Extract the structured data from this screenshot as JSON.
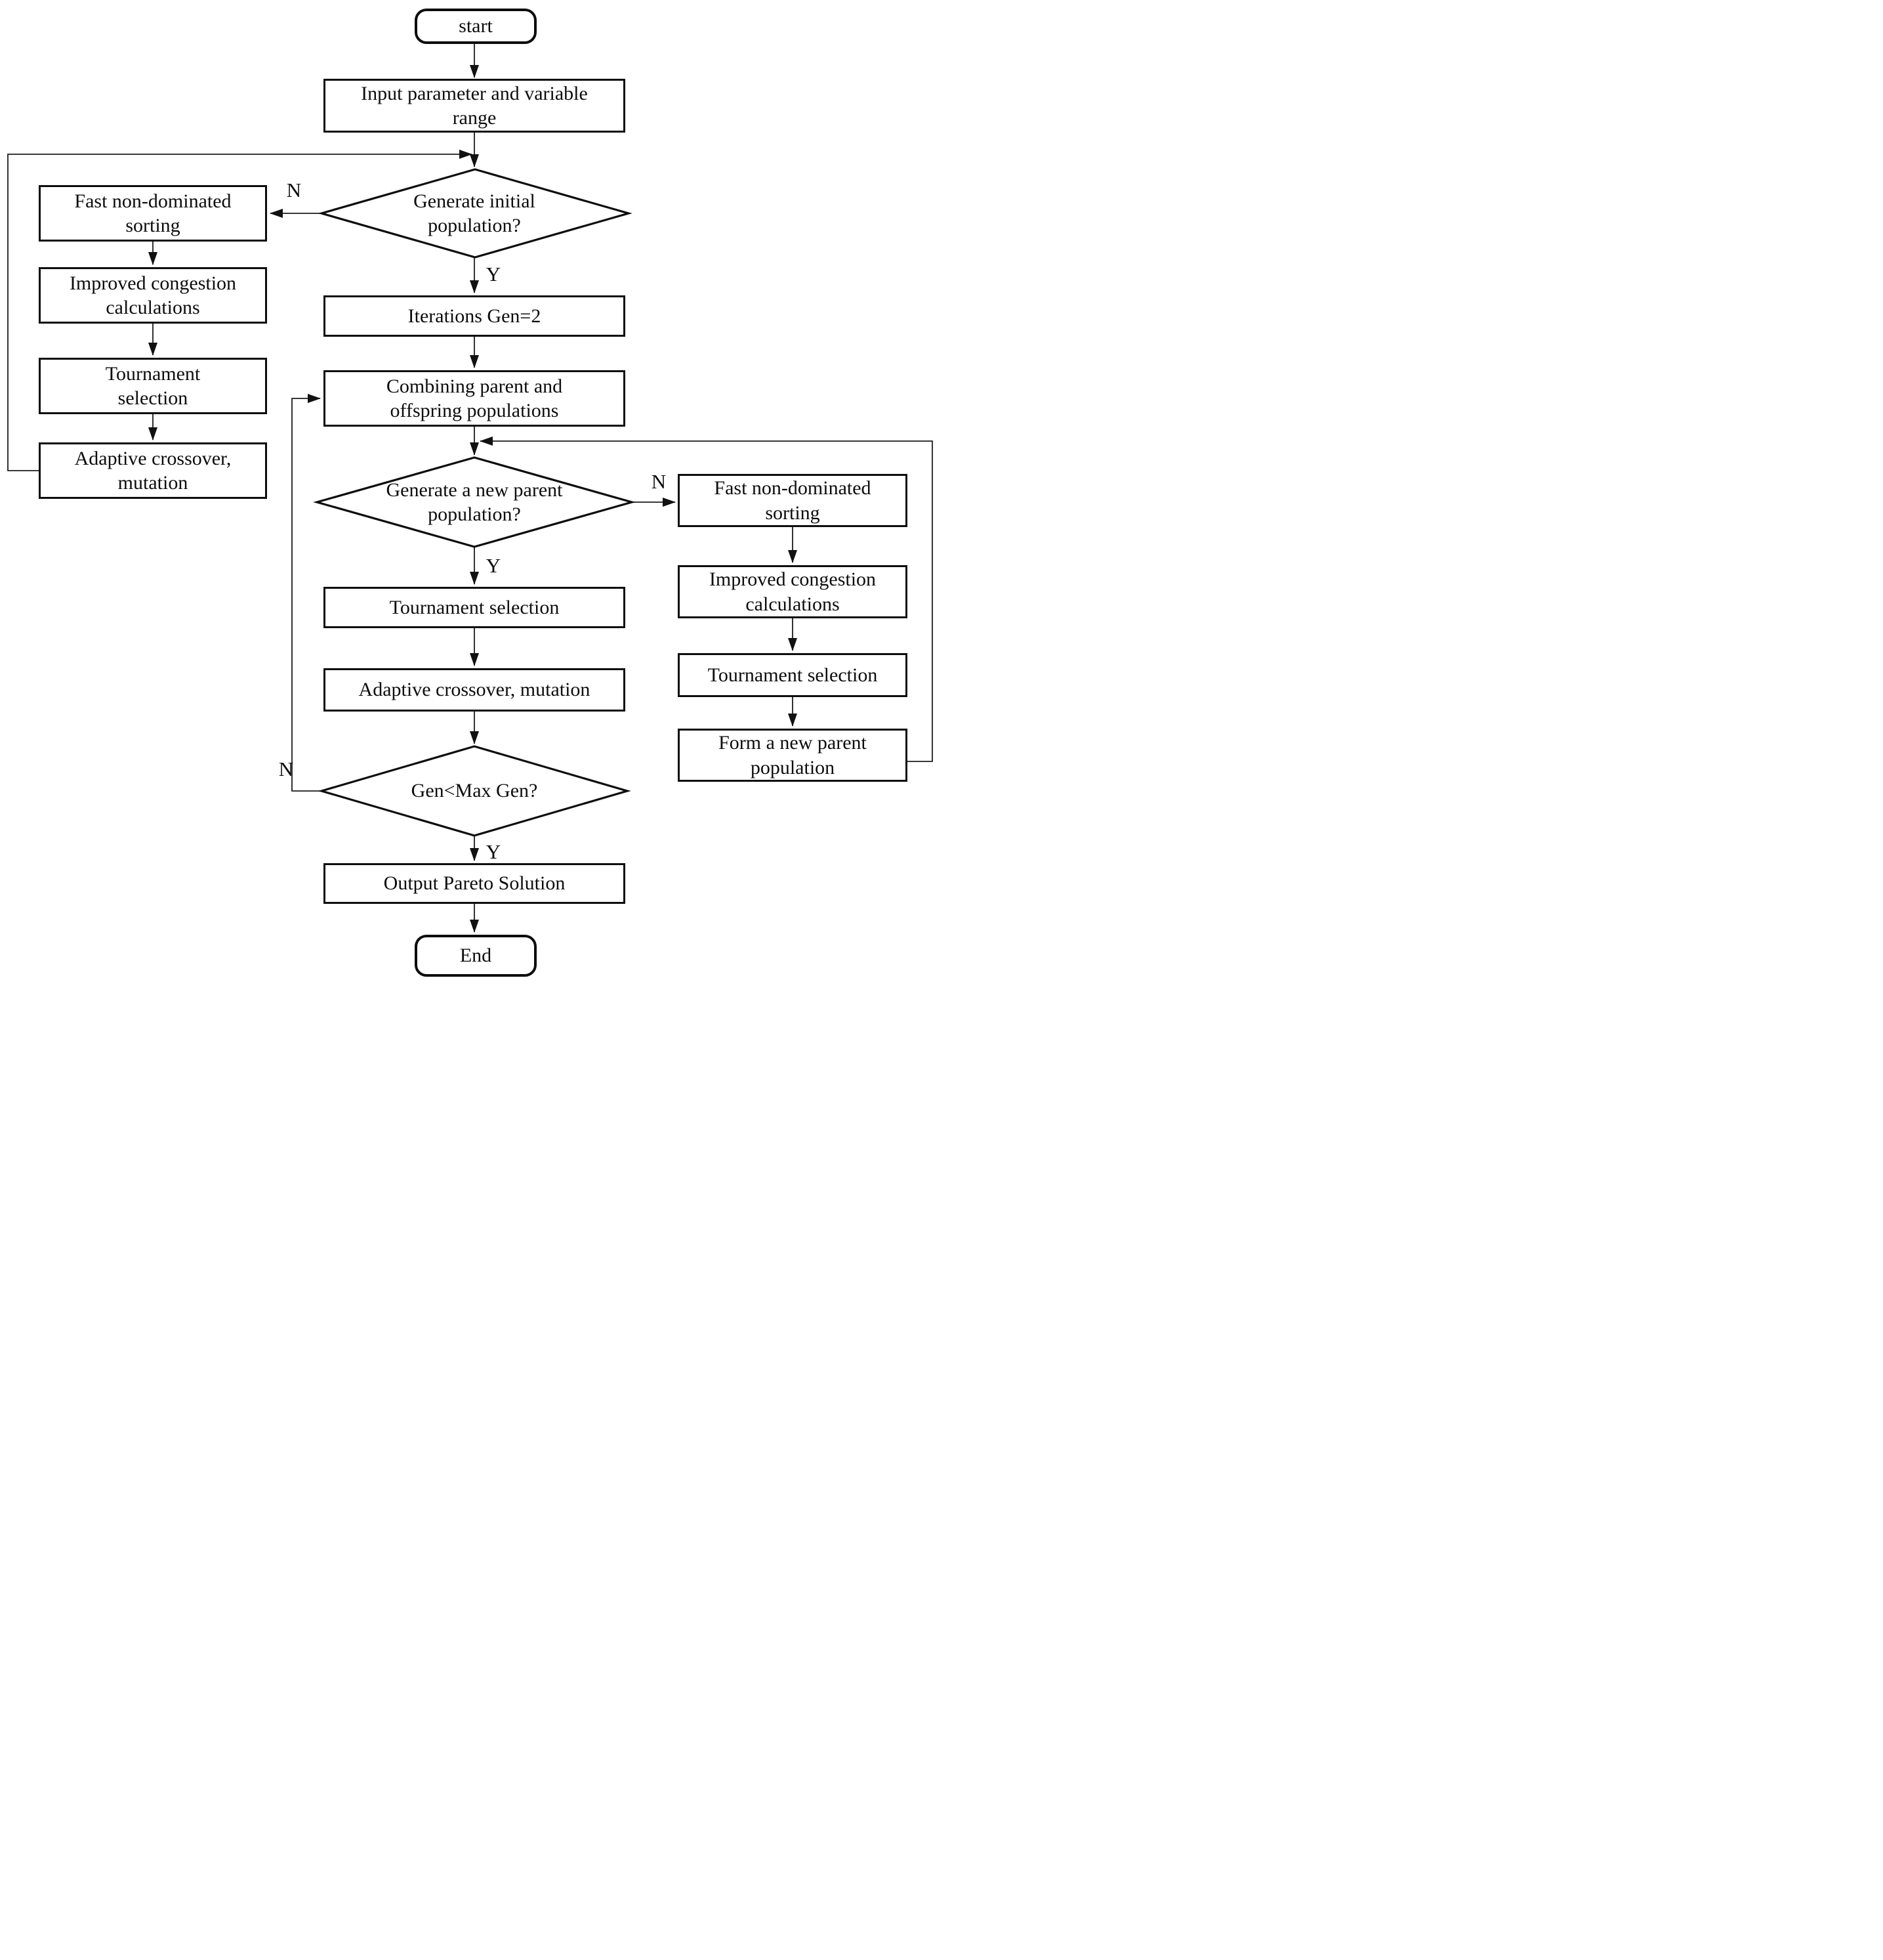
{
  "diagram": {
    "title": "NSGA-II style optimization flowchart",
    "colors": {
      "ink": "#0d0d0d",
      "background": "#ffffff"
    },
    "nodes": {
      "start": {
        "lines": [
          "start"
        ]
      },
      "input": {
        "lines": [
          "Input parameter and variable",
          "range"
        ]
      },
      "decision1": {
        "lines": [
          "Generate initial",
          "population?"
        ]
      },
      "left_sorting": {
        "lines": [
          "Fast non-dominated",
          "sorting"
        ]
      },
      "left_congestion": {
        "lines": [
          "Improved congestion",
          "calculations"
        ]
      },
      "left_tournament": {
        "lines": [
          "Tournament",
          "selection"
        ]
      },
      "left_adaptive": {
        "lines": [
          "Adaptive crossover,",
          "mutation"
        ]
      },
      "iterations": {
        "lines": [
          "Iterations Gen=2"
        ]
      },
      "combining": {
        "lines": [
          "Combining parent and",
          "offspring populations"
        ]
      },
      "decision2": {
        "lines": [
          "Generate a new parent",
          "population?"
        ]
      },
      "right_sorting": {
        "lines": [
          "Fast non-dominated",
          "sorting"
        ]
      },
      "right_congestion": {
        "lines": [
          "Improved congestion",
          "calculations"
        ]
      },
      "right_tournament": {
        "lines": [
          "Tournament selection"
        ]
      },
      "right_form_parent": {
        "lines": [
          "Form a new parent",
          "population"
        ]
      },
      "center_tournament": {
        "lines": [
          "Tournament selection"
        ]
      },
      "center_adaptive": {
        "lines": [
          "Adaptive crossover, mutation"
        ]
      },
      "decision3": {
        "lines": [
          "Gen<Max Gen?"
        ]
      },
      "output": {
        "lines": [
          "Output Pareto Solution"
        ]
      },
      "end": {
        "lines": [
          "End"
        ]
      }
    },
    "edge_labels": {
      "decision1_no": "N",
      "decision1_yes": "Y",
      "decision2_no": "N",
      "decision2_yes": "Y",
      "decision3_no": "N",
      "decision3_yes": "Y"
    }
  }
}
